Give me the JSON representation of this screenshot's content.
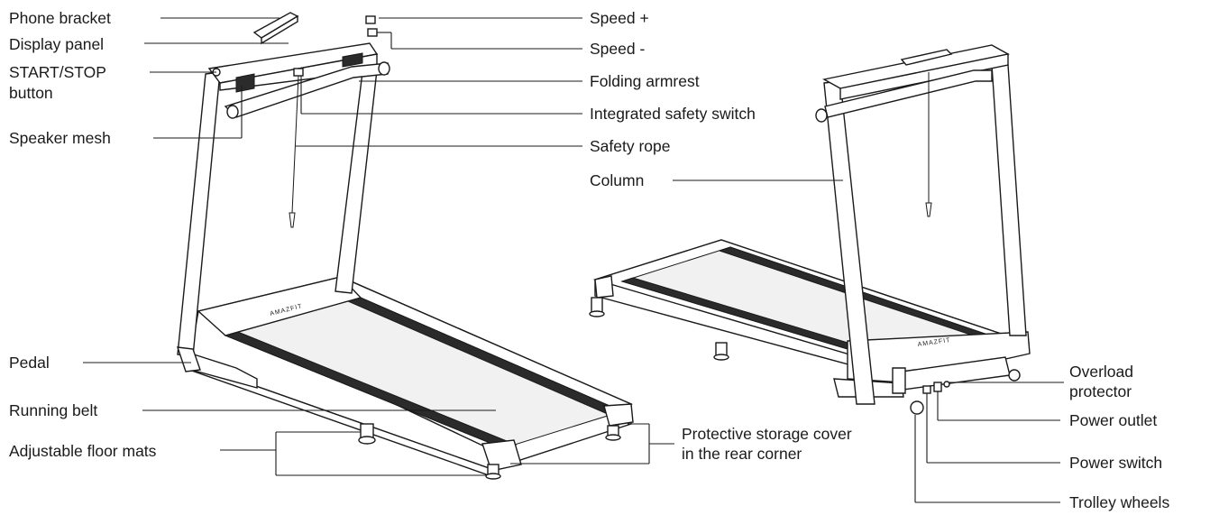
{
  "labels": {
    "phone_bracket": "Phone bracket",
    "display_panel": "Display panel",
    "start_stop_1": "START/STOP",
    "start_stop_2": "button",
    "speaker_mesh": "Speaker mesh",
    "pedal": "Pedal",
    "running_belt": "Running belt",
    "adjustable_floor_mats": "Adjustable floor mats",
    "speed_plus": "Speed +",
    "speed_minus": "Speed -",
    "folding_armrest": "Folding armrest",
    "integrated_safety_switch": "Integrated safety switch",
    "safety_rope": "Safety rope",
    "column": "Column",
    "storage_cover_1": "Protective storage cover",
    "storage_cover_2": "in the rear corner",
    "overload_protector_1": "Overload",
    "overload_protector_2": "protector",
    "power_outlet": "Power outlet",
    "power_switch": "Power switch",
    "trolley_wheels": "Trolley wheels"
  },
  "brand_text": "AMAZFIT",
  "colors": {
    "line": "#1a1a1a",
    "background": "#ffffff",
    "belt": "#2b2b2b"
  }
}
